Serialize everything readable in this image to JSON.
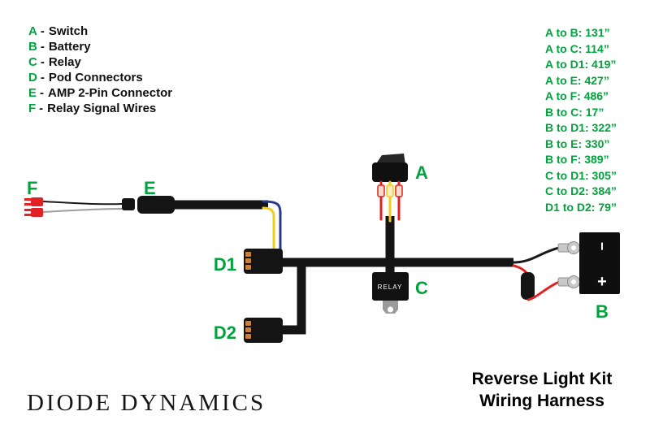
{
  "legend": {
    "separator": "-",
    "items": [
      {
        "letter": "A",
        "label": "Switch"
      },
      {
        "letter": "B",
        "label": "Battery"
      },
      {
        "letter": "C",
        "label": "Relay"
      },
      {
        "letter": "D",
        "label": "Pod Connectors"
      },
      {
        "letter": "E",
        "label": "AMP 2-Pin Connector"
      },
      {
        "letter": "F",
        "label": "Relay Signal Wires"
      }
    ]
  },
  "measurements": {
    "items": [
      {
        "text": "A to B: 131”"
      },
      {
        "text": "A to C: 114”"
      },
      {
        "text": "A to D1: 419”"
      },
      {
        "text": "A to E: 427”"
      },
      {
        "text": "A to F: 486”"
      },
      {
        "text": "B to C: 17”"
      },
      {
        "text": "B to D1: 322”"
      },
      {
        "text": "B to E: 330”"
      },
      {
        "text": "B to F: 389”"
      },
      {
        "text": "C to D1: 305”"
      },
      {
        "text": "C to D2: 384”"
      },
      {
        "text": "D1 to D2: 79”"
      }
    ]
  },
  "diagram": {
    "labels": {
      "a": "A",
      "b": "B",
      "c": "C",
      "d1": "D1",
      "d2": "D2",
      "e": "E",
      "f": "F"
    },
    "relay_text": "RELAY",
    "battery": {
      "negative": "−",
      "positive": "+"
    }
  },
  "footer": {
    "brand": "DIODE DYNAMICS",
    "kit_title_line1": "Reverse Light Kit",
    "kit_title_line2": "Wiring Harness"
  },
  "colors": {
    "green": "#00A33C",
    "red": "#E02227",
    "yellow": "#F2CC16",
    "blue": "#2B3990",
    "black": "#141414",
    "gray": "#9D9D9D",
    "copper": "#C97F3C",
    "silver": "#C9C9C9"
  }
}
